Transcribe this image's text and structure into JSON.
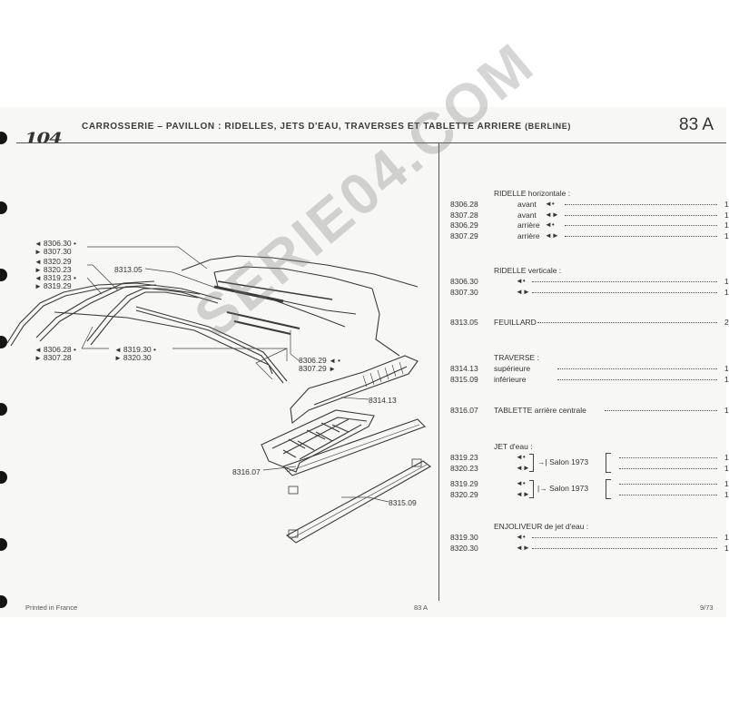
{
  "header": {
    "logo": "104",
    "title": "CARROSSERIE – PAVILLON : RIDELLES, JETS D'EAU, TRAVERSES ET TABLETTE ARRIERE",
    "subtitle": "(BERLINE)",
    "page_code": "83 A"
  },
  "footer": {
    "left": "Printed in France",
    "center": "83 A",
    "right": "9/73"
  },
  "watermark": "SERIE04.COM",
  "diagram": {
    "callouts_topleft": [
      {
        "arrow": "◄",
        "ref": "8306.30",
        "mark": "•"
      },
      {
        "arrow": "►",
        "ref": "8307.30",
        "mark": ""
      },
      {
        "arrow": "◄",
        "ref": "8320.29",
        "mark": ""
      },
      {
        "arrow": "►",
        "ref": "8320.23",
        "mark": ""
      },
      {
        "arrow": "◄",
        "ref": "8319.23",
        "mark": "•"
      },
      {
        "arrow": "►",
        "ref": "8319.29",
        "mark": ""
      }
    ],
    "callout_feuillard": "8313.05",
    "callouts_bottomleft": [
      {
        "arrow": "◄",
        "ref": "8306.28",
        "mark": "•"
      },
      {
        "arrow": "►",
        "ref": "8307.28",
        "mark": ""
      }
    ],
    "callouts_bottommid": [
      {
        "arrow": "◄",
        "ref": "8319.30",
        "mark": "•"
      },
      {
        "arrow": "►",
        "ref": "8320.30",
        "mark": ""
      }
    ],
    "callouts_right": [
      {
        "ref": "8306.29",
        "arrow": "◄",
        "mark": "•"
      },
      {
        "ref": "8307.29",
        "arrow": "►",
        "mark": ""
      }
    ],
    "callout_traverse_sup": "8314.13",
    "callout_tablette": "8316.07",
    "callout_traverse_inf": "8315.09"
  },
  "parts": {
    "sections": [
      {
        "title": "RIDELLE horizontale :",
        "rows": [
          {
            "ref": "8306.28",
            "label": "avant",
            "sym": "◄•",
            "qty": "1"
          },
          {
            "ref": "8307.28",
            "label": "avant",
            "sym": "◄►",
            "qty": "1"
          },
          {
            "ref": "8306.29",
            "label": "arrière",
            "sym": "◄•",
            "qty": "1"
          },
          {
            "ref": "8307.29",
            "label": "arrière",
            "sym": "◄►",
            "qty": "1"
          }
        ]
      },
      {
        "title": "RIDELLE verticale :",
        "rows": [
          {
            "ref": "8306.30",
            "label": "",
            "sym": "◄•",
            "qty": "1"
          },
          {
            "ref": "8307.30",
            "label": "",
            "sym": "◄►",
            "qty": "1"
          }
        ]
      },
      {
        "title": "",
        "rows": [
          {
            "ref": "8313.05",
            "label": "FEUILLARD",
            "sym": "",
            "qty": "2"
          }
        ]
      },
      {
        "title": "TRAVERSE :",
        "rows": [
          {
            "ref": "8314.13",
            "label": "supérieure",
            "sym": "",
            "qty": "1"
          },
          {
            "ref": "8315.09",
            "label": "inférieure",
            "sym": "",
            "qty": "1"
          }
        ]
      },
      {
        "title": "",
        "rows": [
          {
            "ref": "8316.07",
            "label": "TABLETTE arrière centrale",
            "sym": "",
            "qty": "1"
          }
        ]
      },
      {
        "title": "JET d'eau :",
        "rows": [
          {
            "ref": "8319.23",
            "label": "",
            "sym": "◄•",
            "qty": "1"
          },
          {
            "ref": "8320.23",
            "label": "",
            "sym": "◄►",
            "qty": "1"
          },
          {
            "ref": "8319.29",
            "label": "",
            "sym": "◄•",
            "qty": "1"
          },
          {
            "ref": "8320.29",
            "label": "",
            "sym": "◄►",
            "qty": "1"
          }
        ],
        "salon_before": "→| Salon 1973",
        "salon_after": "|→ Salon 1973"
      },
      {
        "title": "ENJOLIVEUR de jet d'eau :",
        "rows": [
          {
            "ref": "8319.30",
            "label": "",
            "sym": "◄•",
            "qty": "1"
          },
          {
            "ref": "8320.30",
            "label": "",
            "sym": "◄►",
            "qty": "1"
          }
        ]
      }
    ]
  }
}
